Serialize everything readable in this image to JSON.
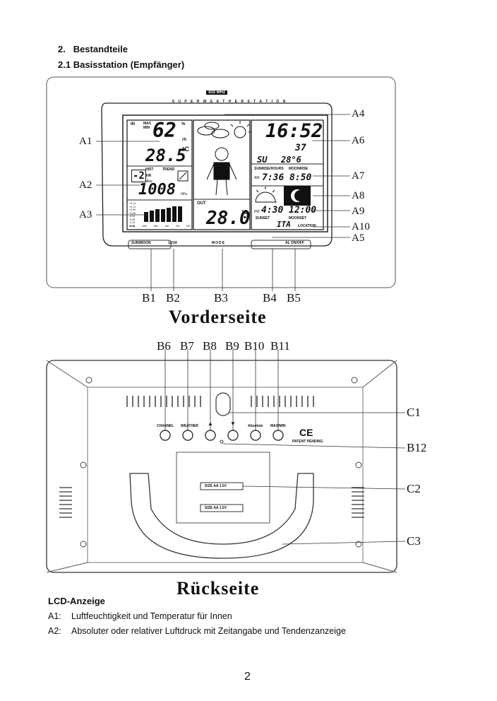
{
  "section": {
    "number": "2.",
    "title": "Bestandteile",
    "sub_number": "2.1",
    "sub_title": "Basisstation (Empfänger)"
  },
  "front": {
    "caption": "Vorderseite",
    "freq_badge": "433 MHz",
    "brand": "S U P E R   W E A T H E R   S T A T I O N",
    "callouts_right": [
      "A4",
      "A6",
      "A7",
      "A8",
      "A9",
      "A10",
      "A5"
    ],
    "callouts_left": [
      "A1",
      "A2",
      "A3"
    ],
    "buttons_labels": [
      "B1",
      "B2",
      "B3",
      "B4",
      "B5"
    ],
    "bottom_keys": [
      "SUN/MOON",
      "12/24",
      "MODE",
      "AL ON/OFF"
    ],
    "lcd": {
      "in_label": "IN",
      "max": "MAX",
      "min": "MIN",
      "humidity": "62",
      "humidity_unit": "%",
      "rh": "rh",
      "temp_in": "28.5",
      "temp_unit": "°C",
      "hist": "HIST",
      "trend": "TREND",
      "hr": "HR",
      "hist_val": "-2",
      "abs": "Abs",
      "pressure": "1008",
      "pressure_unit": "hPa",
      "hist_scale": [
        "+0.14",
        "+0.12",
        "+0.09",
        "+0.06",
        "-0.04",
        "-0.06",
        "-0.12",
        "-0.14"
      ],
      "hist_axis": [
        "hrHg",
        "-12hr",
        "-8hr",
        "-4hr",
        "-2hr",
        "0hr"
      ],
      "time": "16:52",
      "signal_val": "37",
      "day": "SU",
      "date": "28°6",
      "sunrise_label": "SUNRISE/HOURS",
      "moonrise_label": "MOONRISE",
      "am": "AM",
      "sunrise": "7:36",
      "moonrise": "8:50",
      "pm": "PM",
      "sunset": "4:30",
      "moonset": "12:00",
      "sunset_label": "SUNSET",
      "moonset_label": "MOONSET",
      "location": "ITA",
      "location_label": "LOCATION",
      "out_label": "OUT",
      "temp_out": "28.0",
      "temp_out_unit": "°C"
    }
  },
  "back": {
    "caption": "Rückseite",
    "top_callouts": [
      "B6",
      "B7",
      "B8",
      "B9",
      "B10",
      "B11"
    ],
    "right_callouts": [
      "C1",
      "B12",
      "C2",
      "C3"
    ],
    "button_labels": [
      "CHANNEL",
      "WEATHER",
      "▲",
      "▼",
      "Absolute",
      "MAX/MIN"
    ],
    "ce": "CE",
    "patent": "PATENT PENDING",
    "battery_top": "SIZE AA 1.5V",
    "battery_bottom": "SIZE AA 1.5V"
  },
  "lcd_heading": "LCD-Anzeige",
  "lcd_items": [
    {
      "key": "A1:",
      "text": "Luftfeuchtigkeit und Temperatur für Innen"
    },
    {
      "key": "A2:",
      "text": "Absoluter oder relativer Luftdruck mit Zeitangabe und Tendenzanzeige"
    }
  ],
  "page_number": "2"
}
